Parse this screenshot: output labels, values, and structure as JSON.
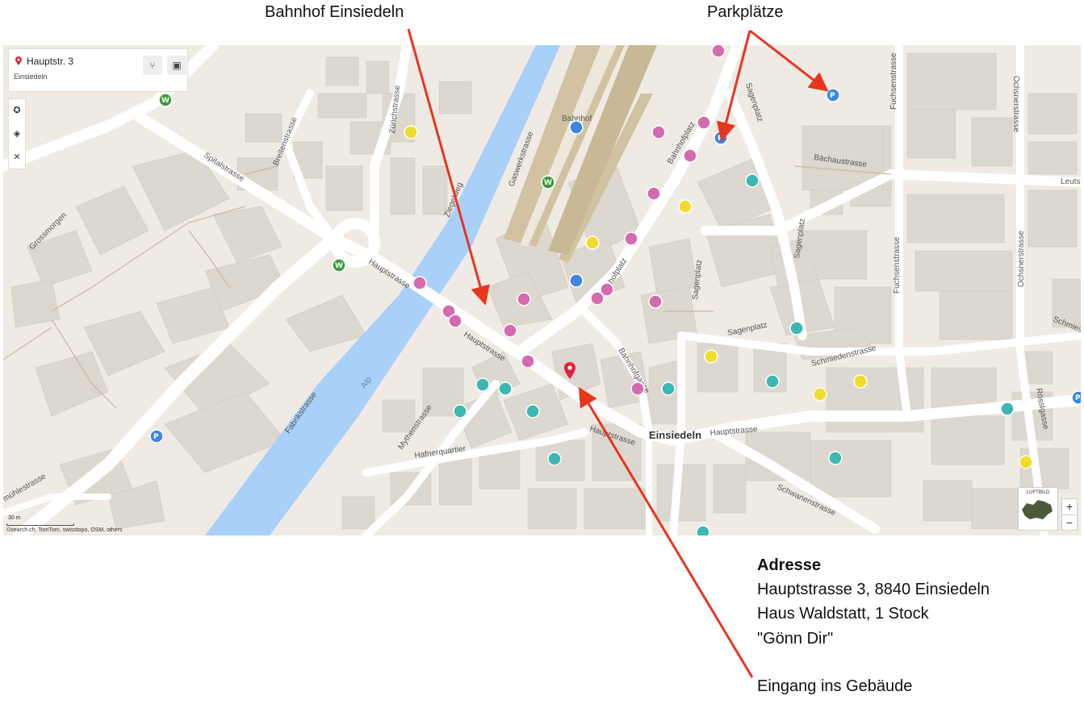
{
  "callouts": {
    "bahnhof": "Bahnhof Einsiedeln",
    "parking": "Parkplätze",
    "entrance": "Eingang ins Gebäude"
  },
  "address_block": {
    "heading": "Adresse",
    "line1": "Hauptstrasse 3, 8840 Einsiedeln",
    "line2": "Haus Waldstatt, 1 Stock",
    "line3": "\"Gönn Dir\""
  },
  "map": {
    "search_panel": {
      "title": "Hauptstr. 3",
      "subtitle": "Einsiedeln",
      "route_icon": "route-icon",
      "transit_icon": "train-icon"
    },
    "tools": [
      "poi-toggle-icon",
      "layers-icon",
      "tools-icon"
    ],
    "luftbild_label": "LUFTBILD",
    "zoom": {
      "in": "+",
      "out": "−"
    },
    "scale_label": "30 m",
    "attribution": "©search.ch, TomTom, swisstopo, OSM, others",
    "place_label": "Einsiedeln",
    "bahnhof_label": "Bahnhof",
    "river_label": "Alp",
    "street_labels": {
      "hauptstrasse_a": "Hauptstrasse",
      "hauptstrasse_b": "Hauptstrasse",
      "hauptstrasse_c": "Hauptstrasse",
      "hauptstrasse_d": "Hauptstrasse",
      "spitalstrasse": "Spitalstrasse",
      "breitenstrasse": "Breitenstrasse",
      "zuerichstrasse": "Zürichstrasse",
      "grossmorgen": "Grossmorgen",
      "ziegelweg": "Ziegelweg",
      "gaswerkstrasse": "Gaswerkstrasse",
      "bahnhofplatz_a": "Bahnhofplatz",
      "bahnhofplatz_b": "Bahnhofplatz",
      "sagenplatz_a": "Sagenplatz",
      "sagenplatz_b": "Sagenplatz",
      "sagenplatz_c": "Sagenplatz",
      "sagenplatz_d": "Sagenplatz",
      "fuchsenstrasse_a": "Fuchsenstrasse",
      "fuchsenstrasse_b": "Fuchsenstrasse",
      "ochsnerstrasse_a": "Ochsnerstrasse",
      "ochsnerstrasse_b": "Ochsnerstrasse",
      "baechaustrasse": "Bächaustrasse",
      "leutschen": "Leutse",
      "schmiedenstrasse": "Schmiedenstrasse",
      "schmied_right": "Schmies",
      "bahnhofgasse": "Bahnhofgasse",
      "fabrikstrasse": "Fabrikstrasse",
      "mythenstrasse": "Mythenstrasse",
      "hafnerquartier": "Hafnerquartier",
      "muehlestrasse": "mühlestrasse",
      "schwanenstrasse": "Schwanenstrasse",
      "roesslgasse": "Rösslgasse"
    },
    "colors": {
      "river": "#a8d0f8",
      "arrow": "#e8351d",
      "pin": "#e0233a",
      "parking": "#3d85e0",
      "restaurant": "#3bb8b2",
      "bike": "#d46ab0",
      "wiki": "#3f9a3f",
      "shop": "#f0dc2c"
    }
  }
}
